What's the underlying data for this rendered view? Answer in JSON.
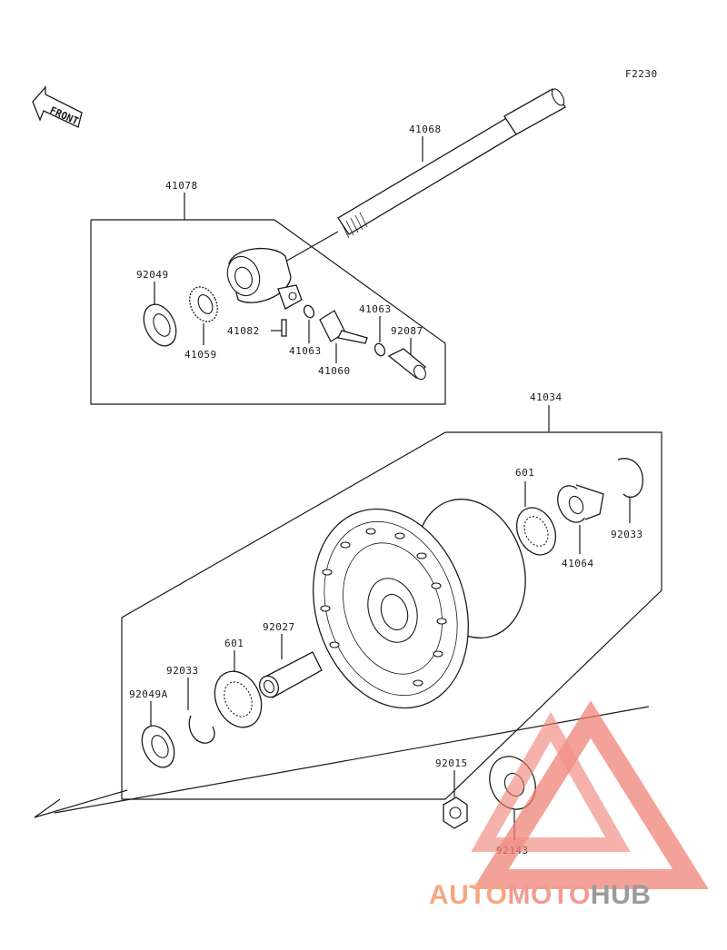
{
  "diagram": {
    "figure_code": "F2230",
    "front_label": "FRONT",
    "assemblies": {
      "upper": "41078",
      "lower": "41034"
    },
    "parts": {
      "axle": "41068",
      "seal_upper": "92049",
      "gear": "41059",
      "pin": "41082",
      "washer_a": "41063",
      "washer_b": "41063",
      "pinion": "41060",
      "bushing": "92087",
      "bearing_right": "601",
      "bearing_left": "601",
      "collar_right": "41064",
      "circlip_right": "92033",
      "circlip_left": "92033",
      "spacer": "92027",
      "seal_left": "92049A",
      "nut": "92015",
      "collar_nut": "92143"
    }
  },
  "watermark": {
    "brand_auto": "AUTO",
    "brand_moto": "MOTO",
    "brand_hub": "HUB",
    "colors": {
      "primary": "#f08a7e",
      "secondary": "#8a8a8a",
      "triangle": "#ef7f73"
    }
  }
}
